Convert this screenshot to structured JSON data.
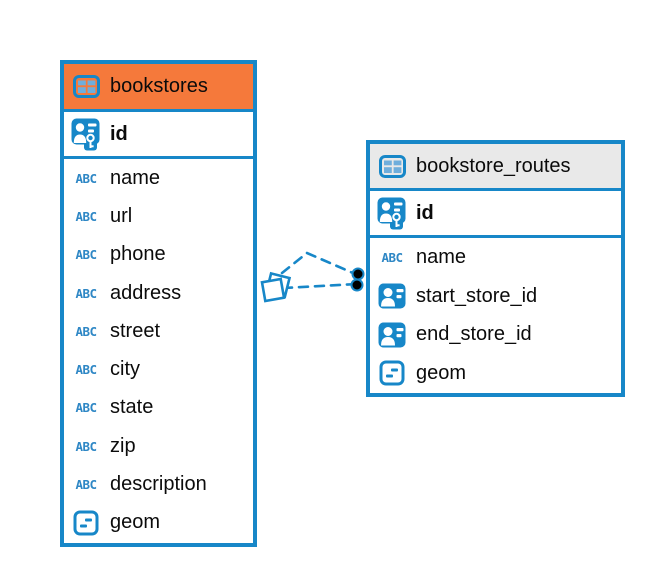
{
  "colors": {
    "accent_blue": "#1787C8",
    "table1_header": "#F5793B",
    "table2_header": "#E9E9E9",
    "icon_cell_blue": "#6FAEDC",
    "text": "#0b0b0b",
    "connector_dot": "#000000",
    "background": "#ffffff"
  },
  "diagram": {
    "abc_icon_text": "ABC",
    "tables": [
      {
        "name": "bookstores",
        "title": "bookstores",
        "header_color": "#F5793B",
        "primary_key": {
          "name": "id",
          "icon": "primary-key-user-icon"
        },
        "columns": [
          {
            "name": "name",
            "type": "text",
            "icon": "abc-text-icon"
          },
          {
            "name": "url",
            "type": "text",
            "icon": "abc-text-icon"
          },
          {
            "name": "phone",
            "type": "text",
            "icon": "abc-text-icon"
          },
          {
            "name": "address",
            "type": "text",
            "icon": "abc-text-icon"
          },
          {
            "name": "street",
            "type": "text",
            "icon": "abc-text-icon"
          },
          {
            "name": "city",
            "type": "text",
            "icon": "abc-text-icon"
          },
          {
            "name": "state",
            "type": "text",
            "icon": "abc-text-icon"
          },
          {
            "name": "zip",
            "type": "text",
            "icon": "abc-text-icon"
          },
          {
            "name": "description",
            "type": "text",
            "icon": "abc-text-icon"
          },
          {
            "name": "geom",
            "type": "geometry",
            "icon": "geometry-icon"
          }
        ]
      },
      {
        "name": "bookstore_routes",
        "title": "bookstore_routes",
        "header_color": "#E9E9E9",
        "primary_key": {
          "name": "id",
          "icon": "primary-key-user-icon"
        },
        "columns": [
          {
            "name": "name",
            "type": "text",
            "icon": "abc-text-icon"
          },
          {
            "name": "start_store_id",
            "type": "reference",
            "icon": "reference-user-icon"
          },
          {
            "name": "end_store_id",
            "type": "reference",
            "icon": "reference-user-icon"
          },
          {
            "name": "geom",
            "type": "geometry",
            "icon": "geometry-icon"
          }
        ]
      }
    ],
    "relationships": [
      {
        "from_table": "bookstore_routes",
        "from_column": "start_store_id",
        "to_table": "bookstores",
        "to_column": "id",
        "line_style": "dashed"
      },
      {
        "from_table": "bookstore_routes",
        "from_column": "end_store_id",
        "to_table": "bookstores",
        "to_column": "id",
        "line_style": "dashed"
      }
    ]
  }
}
